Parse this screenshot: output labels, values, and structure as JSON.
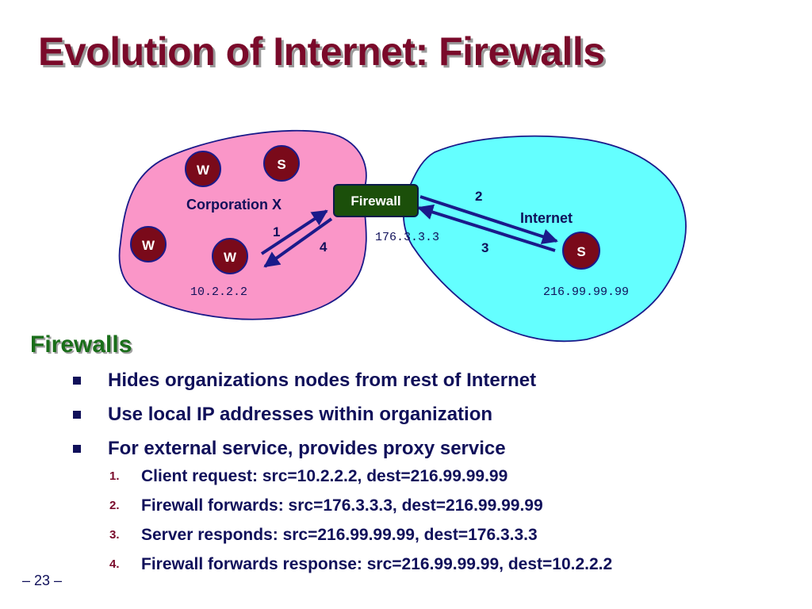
{
  "title": "Evolution of Internet: Firewalls",
  "diagram": {
    "corp_label": "Corporation X",
    "internet_label": "Internet",
    "firewall_label": "Firewall",
    "firewall_ip": "176.3.3.3",
    "client_ip": "10.2.2.2",
    "server_ip": "216.99.99.99",
    "nodes": [
      "W",
      "S",
      "W",
      "W",
      "S"
    ],
    "arrow_labels": [
      "1",
      "2",
      "3",
      "4"
    ],
    "colors": {
      "corp_fill": "#fa96c8",
      "internet_fill": "#64ffff",
      "node_fill": "#7a0a1a",
      "firewall_fill": "#1b4f0a",
      "arrow": "#1a1a8a"
    }
  },
  "section": {
    "heading": "Firewalls",
    "bullets": [
      "Hides organizations nodes from rest of Internet",
      "Use local IP addresses within organization",
      "For external service, provides proxy service"
    ],
    "steps": [
      {
        "num": "1.",
        "text": "Client request: src=10.2.2.2, dest=216.99.99.99"
      },
      {
        "num": "2.",
        "text": "Firewall forwards: src=176.3.3.3, dest=216.99.99.99"
      },
      {
        "num": "3.",
        "text": "Server responds: src=216.99.99.99, dest=176.3.3.3"
      },
      {
        "num": "4.",
        "text": "Firewall forwards response: src=216.99.99.99, dest=10.2.2.2"
      }
    ]
  },
  "page_number": "– 23 –"
}
